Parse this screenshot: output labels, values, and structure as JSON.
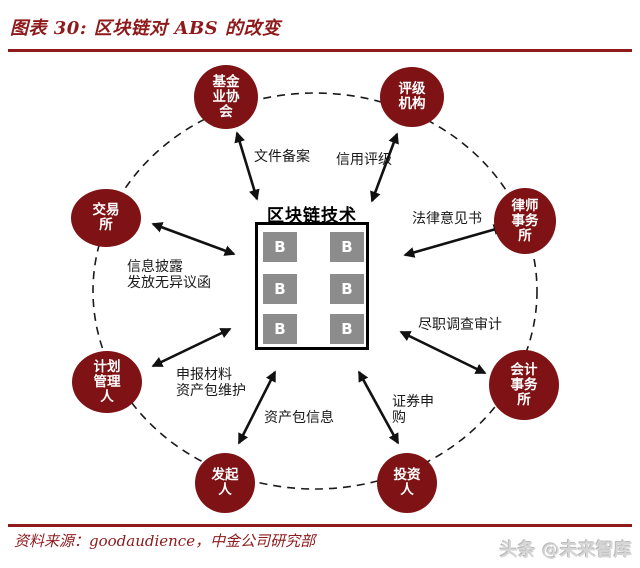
{
  "title": "图表 30:  区块链对 ABS 的改变",
  "source_line": "资料来源：goodaudience，中金公司研究部",
  "watermark": "头条 @未来智库",
  "center": {
    "label": "区块链技术",
    "block_letter": "B",
    "block_count": 6
  },
  "nodes": {
    "fund_association": {
      "lines": [
        "基金",
        "业协",
        "会"
      ]
    },
    "rating_agency": {
      "lines": [
        "评级",
        "机构"
      ]
    },
    "exchange": {
      "lines": [
        "交易",
        "所"
      ]
    },
    "law_firm": {
      "lines": [
        "律师",
        "事务",
        "所"
      ]
    },
    "plan_manager": {
      "lines": [
        "计划",
        "管理",
        "人"
      ]
    },
    "accounting_firm": {
      "lines": [
        "会计",
        "事务",
        "所"
      ]
    },
    "originator": {
      "lines": [
        "发起",
        "人"
      ]
    },
    "investor": {
      "lines": [
        "投资",
        "人"
      ]
    }
  },
  "edge_labels": {
    "document_filing": {
      "lines": [
        "文件备案"
      ]
    },
    "credit_rating": {
      "lines": [
        "信用评级"
      ]
    },
    "info_disclosure": {
      "lines": [
        "信息披露",
        "发放无异议函"
      ]
    },
    "legal_opinion": {
      "lines": [
        "法律意见书"
      ]
    },
    "due_diligence_audit": {
      "lines": [
        "尽职调查审计"
      ]
    },
    "filing_materials": {
      "lines": [
        "申报材料",
        "资产包维护"
      ]
    },
    "asset_package_info": {
      "lines": [
        "资产包信息"
      ]
    },
    "securities_subscription": {
      "lines": [
        "证券申",
        "购"
      ]
    }
  },
  "colors": {
    "node_red": "#7E1214",
    "accent_red": "#8E1A1C",
    "block_gray": "#8C8C8C",
    "arrow_black": "#111111",
    "watermark_gray": "#d6d6d6"
  }
}
